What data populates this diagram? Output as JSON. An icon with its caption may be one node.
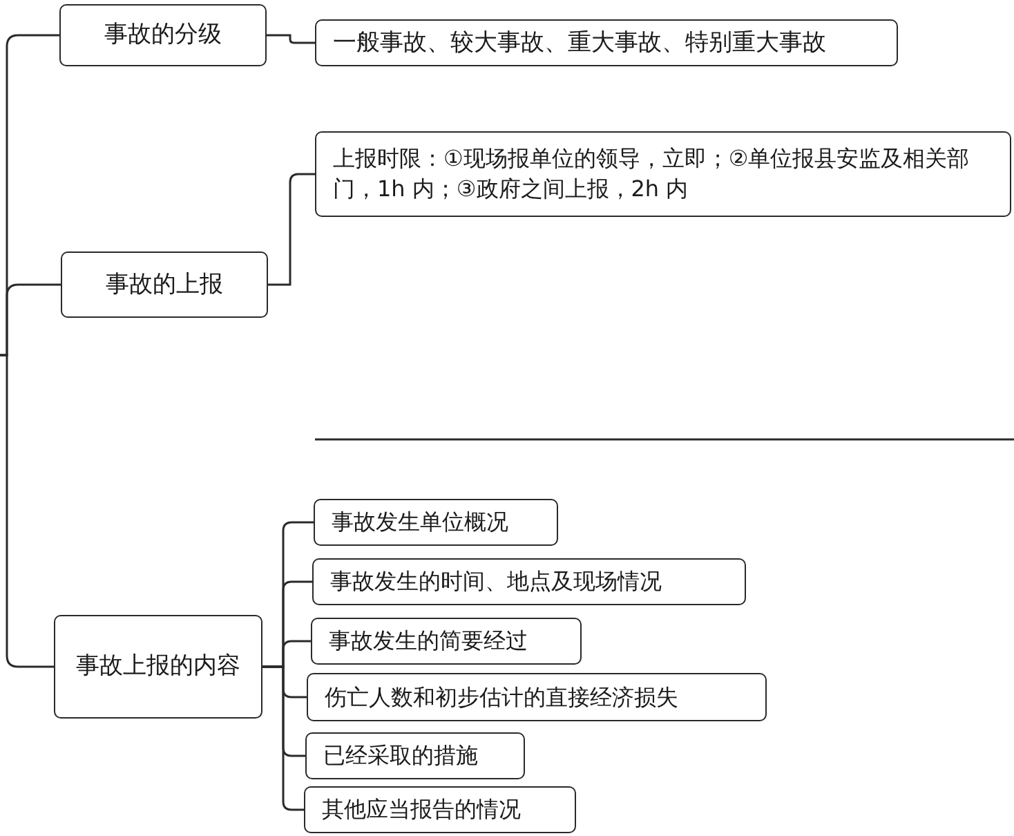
{
  "diagram": {
    "nodes": [
      {
        "text": [
          "事故的分级"
        ]
      },
      {
        "text": [
          "一般事故、较大事故、重大事故、特别重大事故"
        ]
      },
      {
        "text": [
          "事故的上报"
        ]
      },
      {
        "text": [
          "上报时限：①现场报单位的领导，立即；②单位报县安监及相关部门，1h 内；③政府之间上报，2h 内"
        ]
      },
      {
        "text": [
          "事故上报的内容"
        ]
      },
      {
        "text": [
          "事故发生单位概况"
        ]
      },
      {
        "text": [
          "事故发生的时间、地点及现场情况"
        ]
      },
      {
        "text": [
          "事故发生的简要经过"
        ]
      },
      {
        "text": [
          "伤亡人数和初步估计的直接经济损失"
        ]
      },
      {
        "text": [
          "已经采取的措施"
        ]
      },
      {
        "text": [
          "其他应当报告的情况"
        ]
      }
    ],
    "edges": [
      {
        "from": null,
        "to": 0,
        "arrow": "none"
      },
      {
        "from": null,
        "to": 2,
        "arrow": "none"
      },
      {
        "from": null,
        "to": 4,
        "arrow": "none"
      },
      {
        "from": 0,
        "to": 1,
        "arrow": "none"
      },
      {
        "from": 2,
        "to": 3,
        "arrow": "none"
      },
      {
        "from": 4,
        "to": 5,
        "arrow": "none"
      },
      {
        "from": 4,
        "to": 6,
        "arrow": "none"
      },
      {
        "from": 4,
        "to": 7,
        "arrow": "none"
      },
      {
        "from": 4,
        "to": 8,
        "arrow": "none"
      },
      {
        "from": 4,
        "to": 9,
        "arrow": "none"
      },
      {
        "from": 4,
        "to": 10,
        "arrow": "none"
      }
    ]
  }
}
